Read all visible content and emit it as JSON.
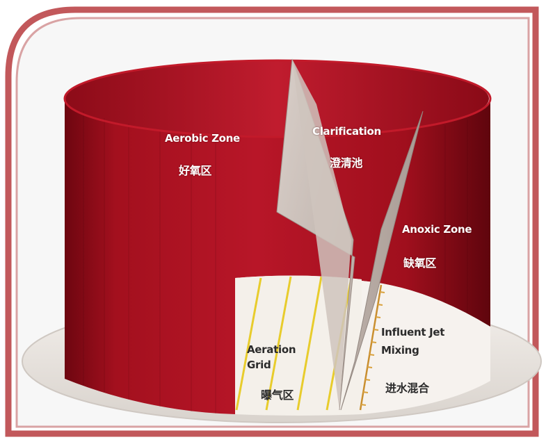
{
  "zones": {
    "aerobic": {
      "en": "Aerobic Zone",
      "cn": "好氧区"
    },
    "clarification": {
      "en": "Clarification",
      "cn": "澄清池"
    },
    "anoxic": {
      "en": "Anoxic Zone",
      "cn": "缺氧区"
    },
    "aeration": {
      "en_line1": "Aeration",
      "en_line2": "Grid",
      "cn": "曝气区"
    },
    "influent": {
      "en_line1": "Influent Jet",
      "en_line2": "Mixing",
      "cn": "进水混合"
    }
  },
  "colors": {
    "frame": "#c2585b",
    "tank_wall": "#a3101e",
    "tank_rim": "#c21a2a",
    "floor": "#ebe6e1",
    "baffle": "#c9bdb6",
    "aeration_lines": "#e8cc2c"
  }
}
